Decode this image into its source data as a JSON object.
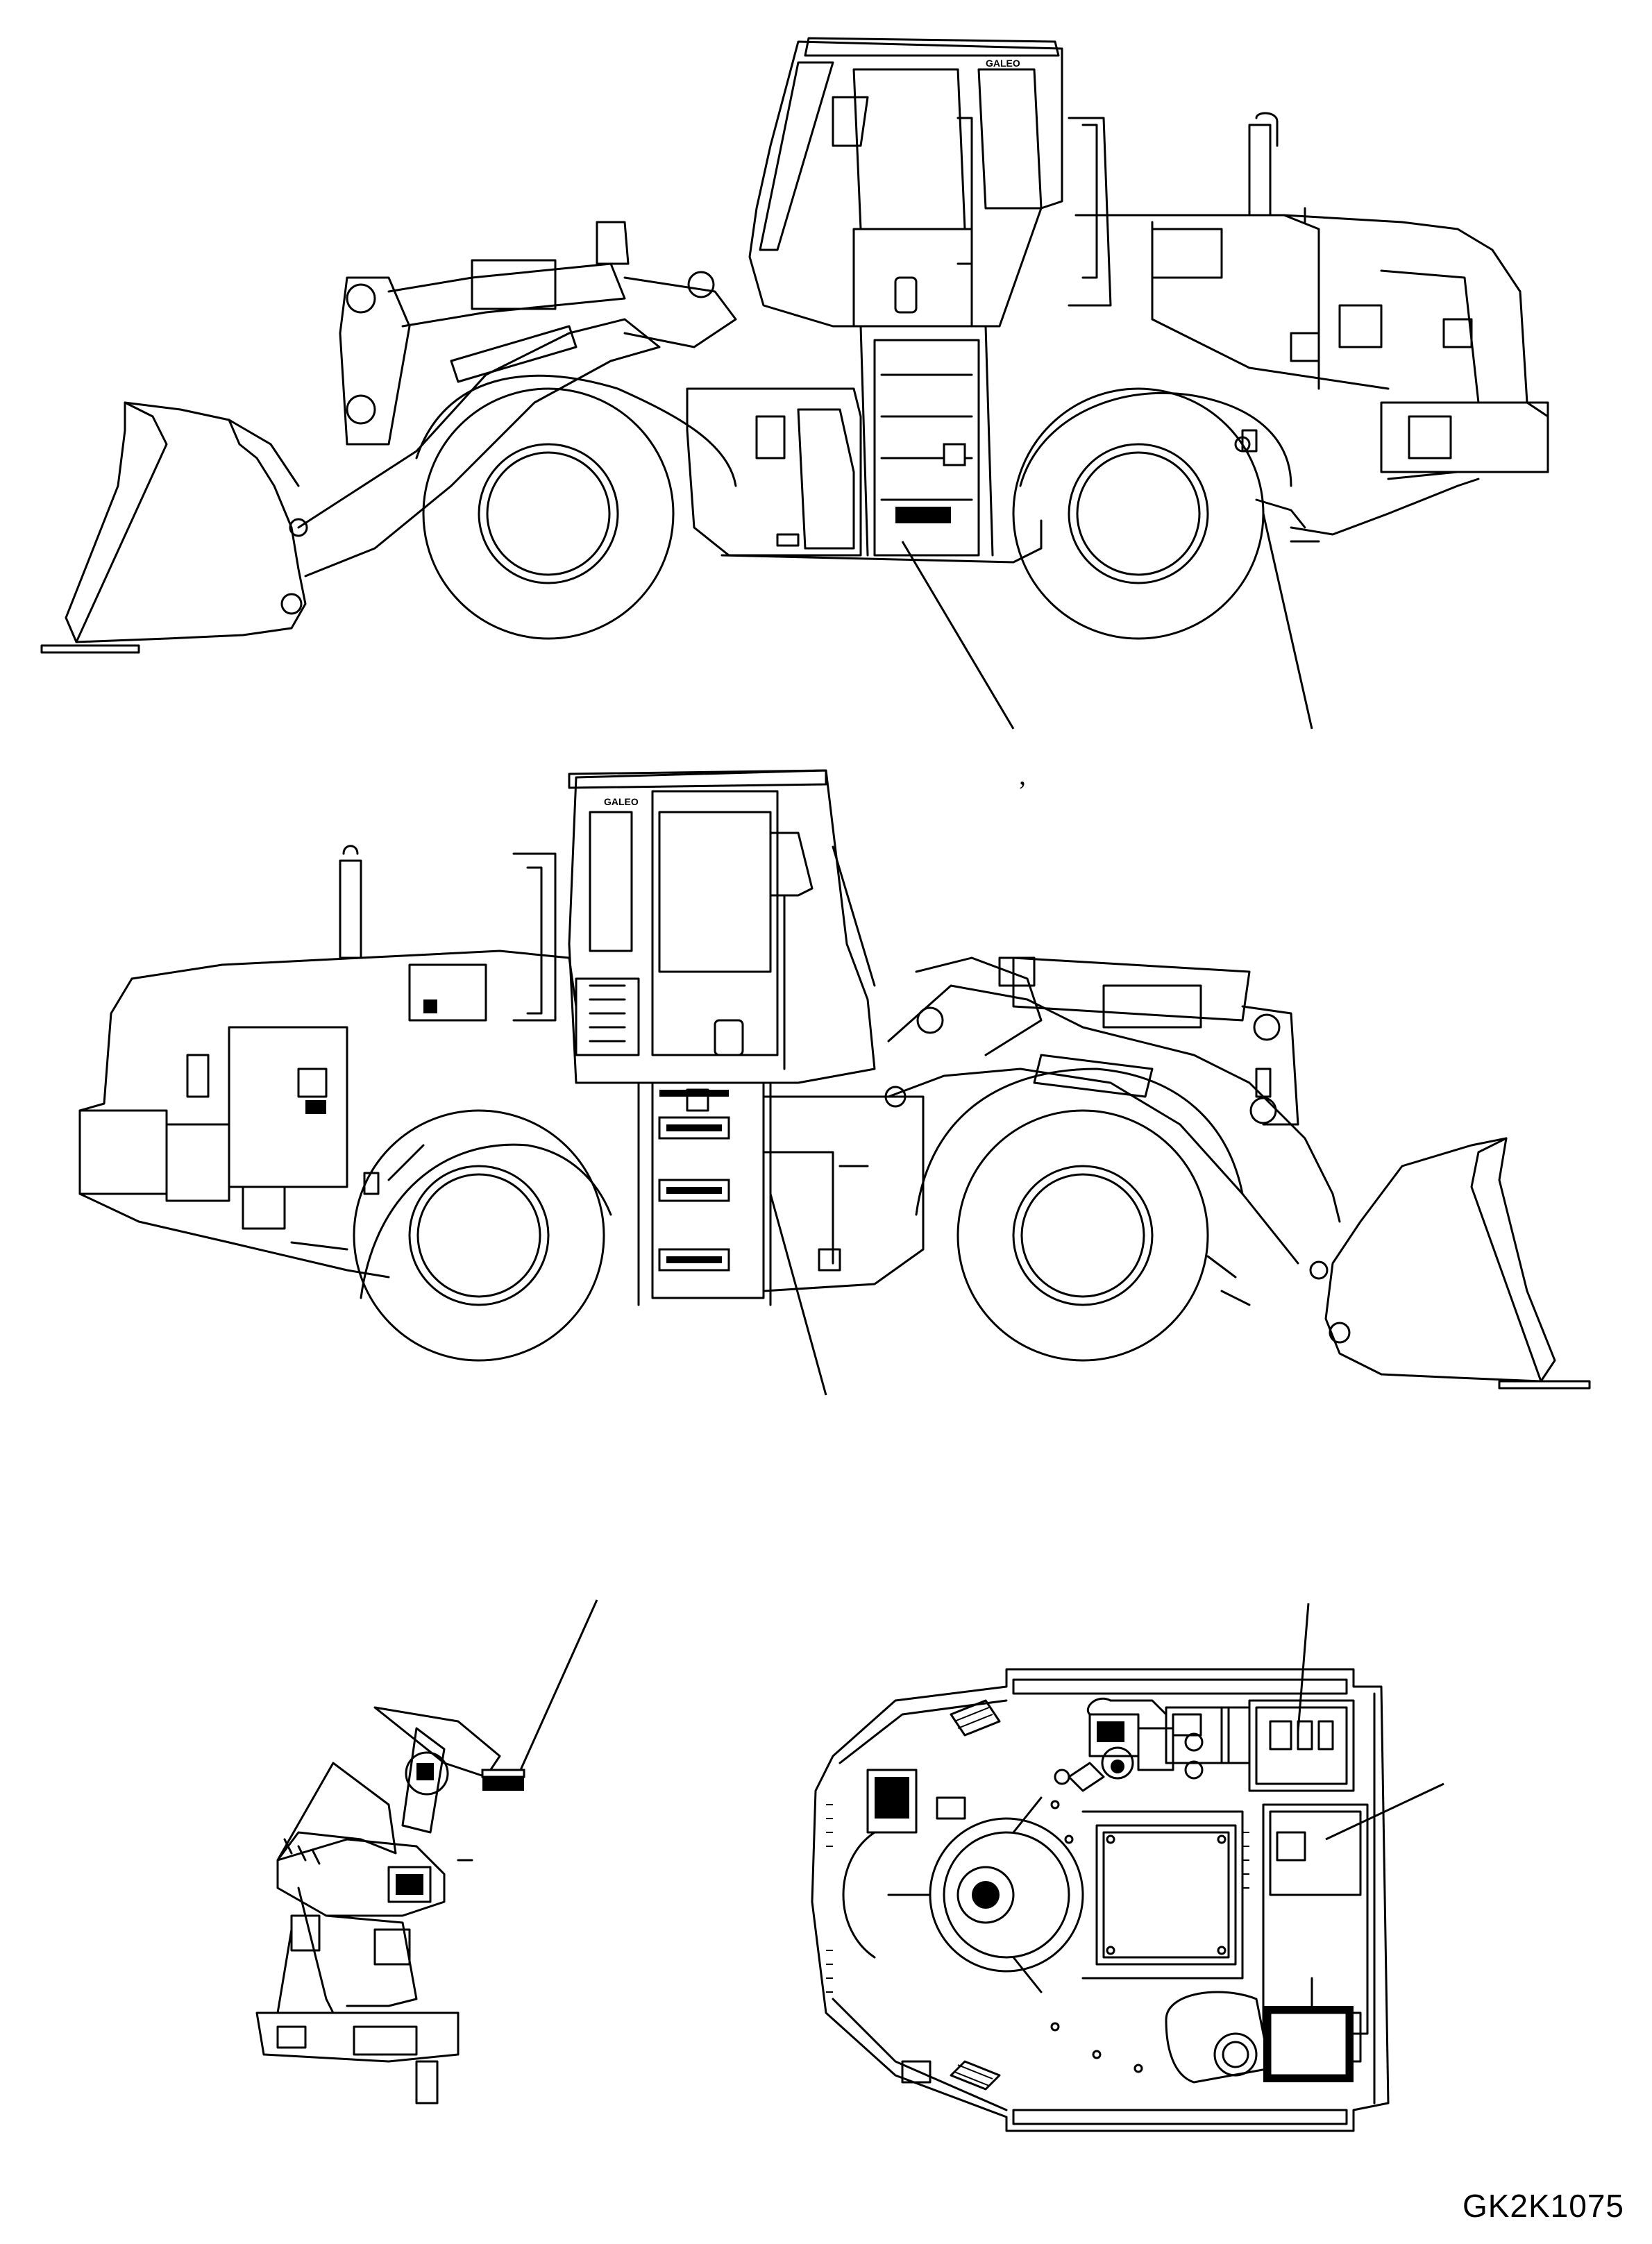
{
  "drawing": {
    "figure_code": "GK2K1075",
    "cab_brand": "GALEO",
    "stray_mark": ","
  },
  "views": [
    {
      "name": "left-side-view"
    },
    {
      "name": "right-side-view"
    },
    {
      "name": "steering-column-side-view"
    },
    {
      "name": "cab-floor-plan-view"
    }
  ],
  "colors": {
    "line": "#000000",
    "background": "#ffffff"
  }
}
